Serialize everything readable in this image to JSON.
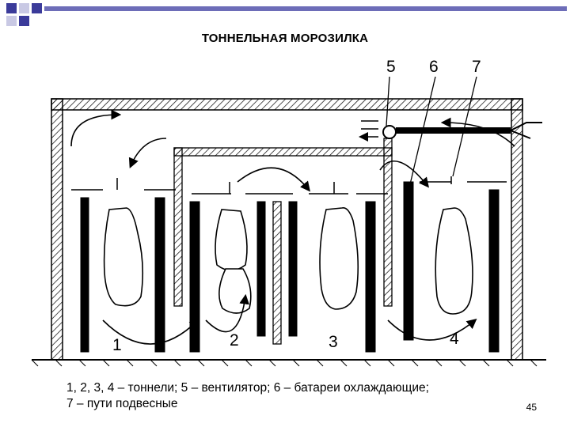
{
  "slide": {
    "title": "ТОННЕЛЬНАЯ МОРОЗИЛКА",
    "caption_line1": "1, 2, 3, 4 – тоннели; 5 – вентилятор; 6 – батареи охлаждающие;",
    "caption_line2": "7 – пути подвесные",
    "page_number": "45"
  },
  "diagram": {
    "labels": {
      "tunnel_1": "1",
      "tunnel_2": "2",
      "tunnel_3": "3",
      "tunnel_4": "4",
      "fan": "5",
      "cooling_batteries": "6",
      "overhead_rails": "7"
    }
  },
  "colors": {
    "accent_squares": "#3b3b9a",
    "ink": "#000000"
  }
}
